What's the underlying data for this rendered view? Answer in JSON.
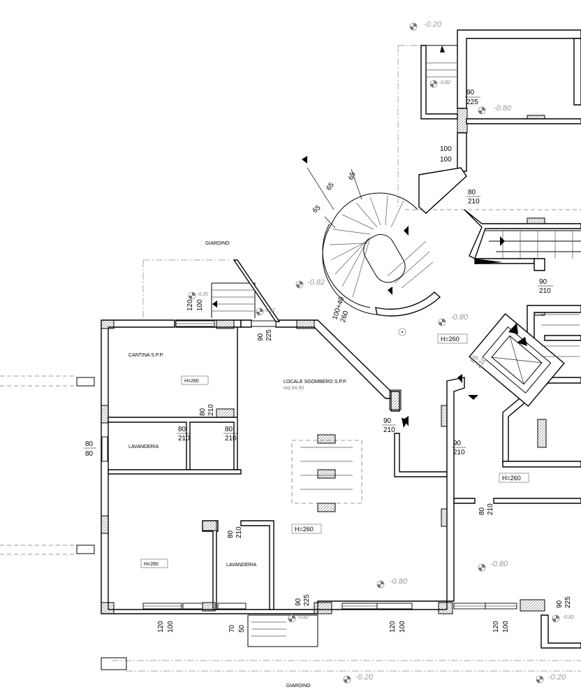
{
  "rooms": {
    "cantina": "CANTINA S.P.P.",
    "lavanderia_1": "LAVANDERIA",
    "lavanderia_2": "LAVANDERIA",
    "locale_sgombero": "LOCALE SGOMBERO S.P.P.",
    "locale_sgombero_area": "mq 94,50"
  },
  "garden_labels": [
    "GIARDINO",
    "GIARDINO"
  ],
  "heights": {
    "cantina": "H=260",
    "locale": "H=260",
    "bottom_left": "H=260",
    "right_upper": "H=260",
    "right_middle": "H=260"
  },
  "levels": {
    "top": "-0.20",
    "right_upper": "-0.80",
    "stair_top": "-0.82",
    "giardino": "-0.82",
    "entry_small": "-0.20",
    "stair_small": "-0.82",
    "center": "-0.80",
    "locale": "-0.80",
    "right_lower": "-0.80",
    "bottom_small": "-0.82",
    "bottom_center": "-0.20",
    "bottom_right": "-0.20",
    "bottom_right_small": "-0.82"
  },
  "dimensions": {
    "d1": [
      "90",
      "225"
    ],
    "d2": [
      "100",
      "100"
    ],
    "d3": [
      "80",
      "210"
    ],
    "d4": [
      "90",
      "210"
    ],
    "stair_65a": "65",
    "stair_65b": "65",
    "stair_65c": "65",
    "stair_opening": [
      "100+40",
      "260"
    ],
    "d5": [
      "120",
      "100"
    ],
    "d6": [
      "90",
      "225"
    ],
    "d7": [
      "80",
      "210"
    ],
    "d8": [
      "80",
      "210"
    ],
    "d9": [
      "80",
      "210"
    ],
    "d10": [
      "80",
      "80"
    ],
    "d11": [
      "90",
      "210"
    ],
    "d12": [
      "90",
      "210"
    ],
    "d13": [
      "80",
      "210"
    ],
    "d14": [
      "80",
      "210"
    ],
    "d15": [
      "90",
      "225"
    ],
    "d16": [
      "120",
      "100"
    ],
    "d17": [
      "70",
      "50"
    ],
    "d18": [
      "120",
      "100"
    ],
    "d19": [
      "120",
      "100"
    ],
    "d20": [
      "90",
      "225"
    ],
    "diag": [
      "85",
      "210"
    ]
  }
}
